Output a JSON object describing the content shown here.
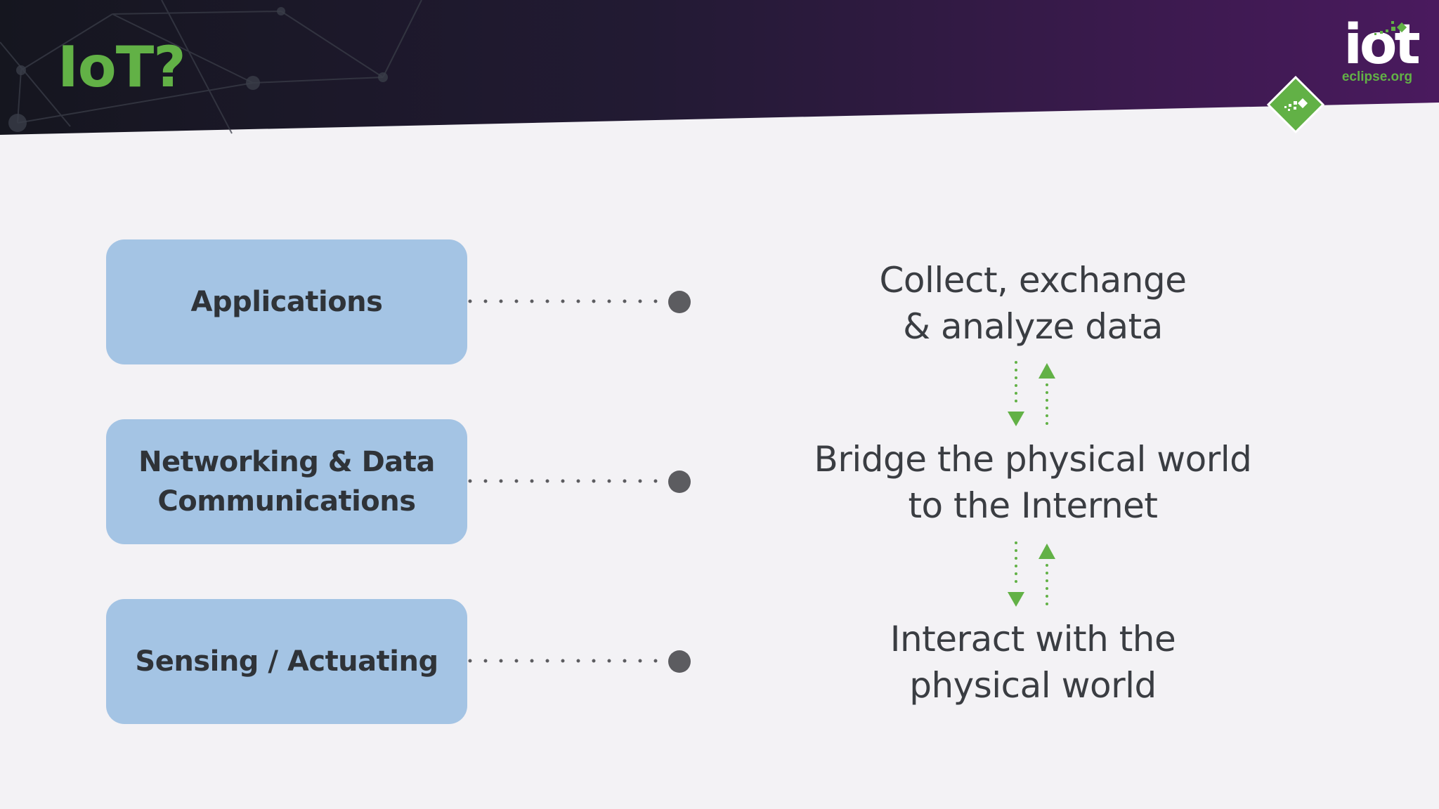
{
  "slide": {
    "title": "IoT?",
    "title_color": "#62b146",
    "header_gradient": [
      "#15161f",
      "#221a33",
      "#4a1a5e"
    ]
  },
  "logo": {
    "text": "iot",
    "subtext": "eclipse.org",
    "accent_color": "#62b146",
    "icon": "eclipse-iot-diamond-icon"
  },
  "layers": [
    {
      "lines": [
        "Applications"
      ]
    },
    {
      "lines": [
        "Networking & Data",
        "Communications"
      ]
    },
    {
      "lines": [
        "Sensing / Actuating"
      ]
    }
  ],
  "descriptions": [
    {
      "lines": [
        "Collect, exchange",
        "& analyze data"
      ]
    },
    {
      "lines": [
        "Bridge the physical world",
        "to the Internet"
      ]
    },
    {
      "lines": [
        "Interact with the",
        "physical world"
      ]
    }
  ],
  "colors": {
    "box_fill": "#a4c4e4",
    "connector": "#5c5c60",
    "arrow": "#62b146",
    "background": "#f3f2f5"
  }
}
